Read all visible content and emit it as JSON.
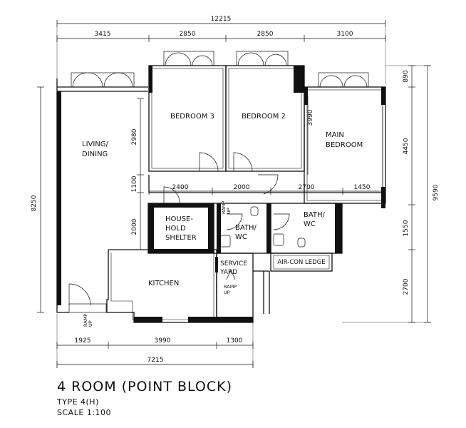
{
  "dimensions": {
    "overall_width": "12215",
    "top_segments": [
      "3415",
      "2850",
      "2850",
      "3100"
    ],
    "bottom_segments": [
      "1925",
      "3990",
      "1300"
    ],
    "bottom_total": "7215",
    "left_height": "8250",
    "right_total": "9590",
    "right_segments": [
      "890",
      "4450",
      "1550",
      "2700"
    ],
    "corridor_segments": [
      "2400",
      "2000",
      "2700",
      "1450"
    ],
    "interior_vertical": [
      "2980",
      "1100",
      "2000",
      "3990"
    ]
  },
  "rooms": {
    "bedroom3": "BEDROOM 3",
    "bedroom2": "BEDROOM 2",
    "main_bedroom": [
      "MAIN",
      "BEDROOM"
    ],
    "living_dining": [
      "LIVING/",
      "DINING"
    ],
    "household_shelter": [
      "HOUSE-",
      "HOLD",
      "SHELTER"
    ],
    "bath_wc_1": [
      "BATH/",
      "WC"
    ],
    "bath_wc_2": [
      "BATH/",
      "WC"
    ],
    "kitchen": "KITCHEN",
    "service_yard": [
      "SERVICE",
      "YARD"
    ],
    "aircon_ledge": "AIR-CON LEDGE",
    "ramp_up": [
      "RAMP",
      "UP"
    ],
    "ramp_up_small": [
      "RAMP",
      "UP"
    ],
    "ramp_up_entrance": [
      "RAMP",
      "UP"
    ]
  },
  "caption": {
    "title": "4 ROOM (POINT BLOCK)",
    "type": "TYPE 4(H)",
    "scale": "SCALE 1:100"
  }
}
